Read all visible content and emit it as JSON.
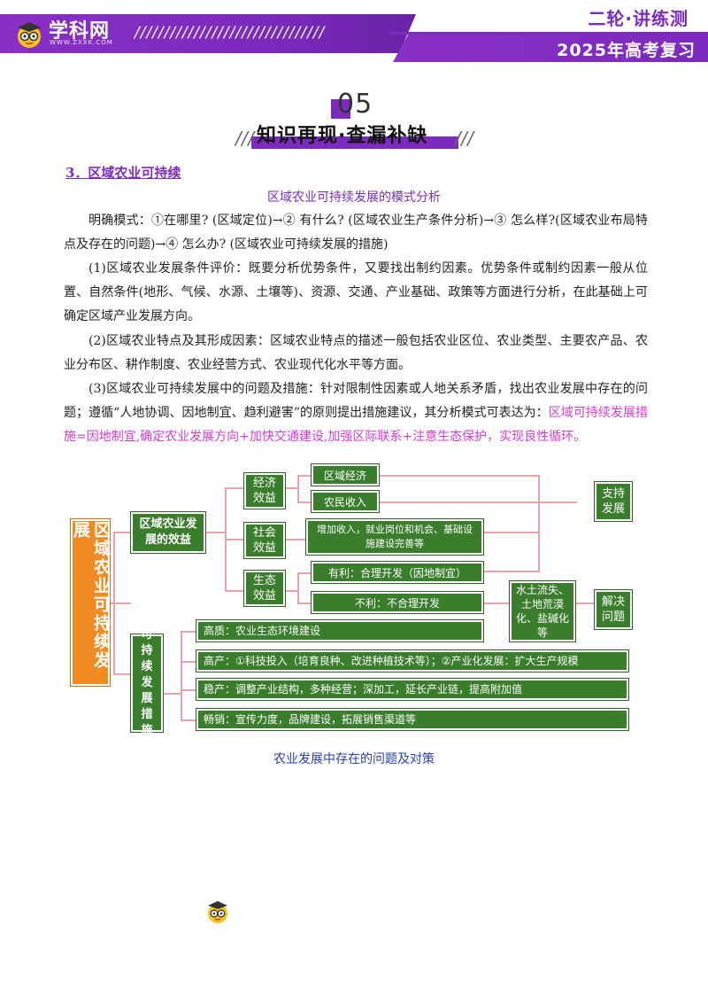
{
  "header": {
    "logo_text": "学科网",
    "logo_url": "WWW.ZXXK.COM",
    "slashes": "////////////////////////////////",
    "subtitle": "二轮·讲练测",
    "year_label": "2025年高考复习"
  },
  "section": {
    "number": "05",
    "title": "知识再现·查漏补缺"
  },
  "content": {
    "heading": "3．区域农业可持续",
    "subtitle": "区域农业可持续发展的模式分析",
    "para1": "明确模式：①在哪里? (区域定位)→② 有什么? (区域农业生产条件分析)→③ 怎么样?(区域农业布局特点及存在的问题)→④ 怎么办? (区域农业可持续发展的措施)",
    "para2": "(1)区域农业发展条件评价：既要分析优势条件，又要找出制约因素。优势条件或制约因素一般从位置、自然条件(地形、气候、水源、土壤等)、资源、交通、产业基础、政策等方面进行分析，在此基础上可确定区域产业发展方向。",
    "para3": "(2)区域农业特点及其形成因素：区域农业特点的描述一般包括农业区位、农业类型、主要农产品、农业分布区、耕作制度、农业经营方式、农业现代化水平等方面。",
    "para4_a": "(3)区域农业可持续发展中的问题及措施：针对限制性因素或人地关系矛盾，找出农业发展中存在的问题；遵循“人地协调、因地制宜、趋利避害”的原则提出措施建议，其分析模式可表达为：",
    "para4_b": "区域可持续发展措施=因地制宜,确定农业发展方向+加快交通建设,加强区际联系+注意生态保护，实现良性循环。"
  },
  "diagram": {
    "root": "区域农业可持续发展",
    "branch1": "区域农业发展的效益",
    "branch2": "可持续发展措施",
    "eco": "经济效益",
    "soc": "社会效益",
    "env": "生态效益",
    "eco_items": [
      "区域经济",
      "农民收入"
    ],
    "soc_item": "增加收入，就业岗位和机会、基础设施建设完善等",
    "env_good": "有利：合理开发（因地制宜）",
    "env_bad": "不利：不合理开发",
    "problems": "水土流失、土地荒漠化、盐碱化等",
    "support": "支持发展",
    "solve": "解决问题",
    "measures": [
      "高质：农业生态环境建设",
      "高产：①科技投入（培育良种、改进种植技术等）；②产业化发展：扩大生产规模",
      "稳产：调整产业结构，多种经营；深加工，延长产业链，提高附加值",
      "畅销：宣传力度，品牌建设，拓展销售渠道等"
    ]
  },
  "caption": "农业发展中存在的问题及对策",
  "colors": {
    "brand_purple": "#7b2bbd",
    "highlight_pink": "#d63bd4",
    "box_green": "#3a7d2c",
    "box_orange": "#f08a22",
    "caption_blue": "#2a3fae"
  }
}
